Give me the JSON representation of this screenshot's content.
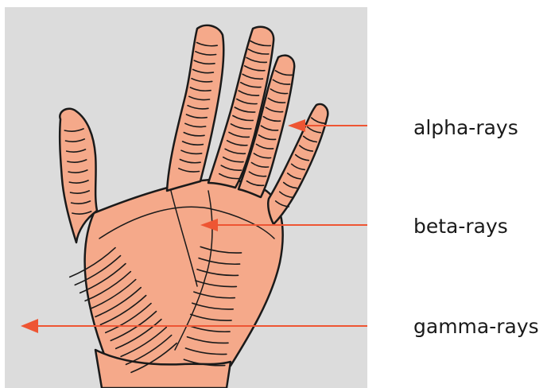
{
  "colors": {
    "panel_background": "#dcdcdc",
    "skin": "#f5a98a",
    "outline": "#1a1a1a",
    "arrow": "#ee5533"
  },
  "labels": {
    "alpha": "alpha-rays",
    "beta": "beta-rays",
    "gamma": "gamma-rays"
  }
}
